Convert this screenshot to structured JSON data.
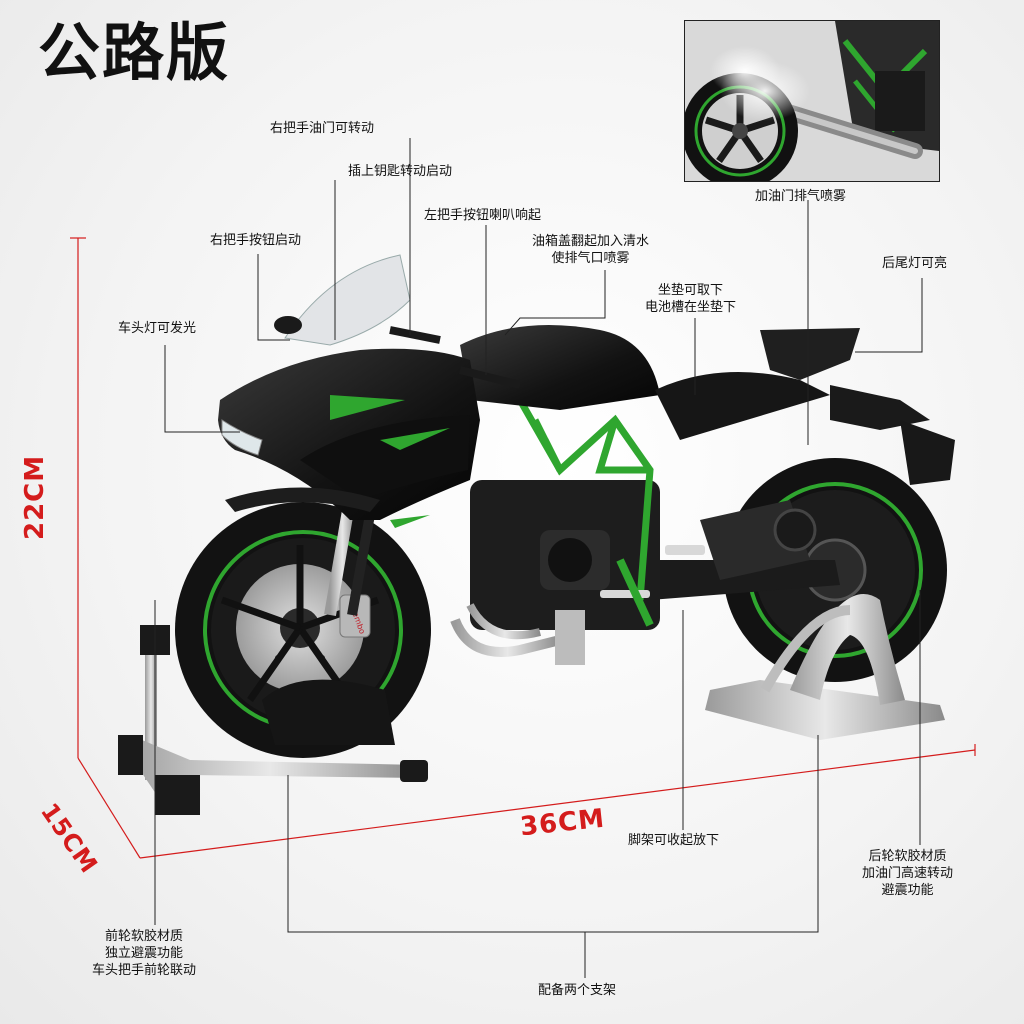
{
  "title": "公路版",
  "inset": {
    "caption": "加油门排气喷雾"
  },
  "dimensions": {
    "height": "22CM",
    "depth": "15CM",
    "length": "36CM"
  },
  "callouts": {
    "throttle": "右把手油门可转动",
    "key": "插上钥匙转动启动",
    "horn": "左把手按钮喇叭响起",
    "start": "右把手按钮启动",
    "tank_line1": "油箱盖翻起加入清水",
    "tank_line2": "使排气口喷雾",
    "tail_light": "后尾灯可亮",
    "seat_line1": "坐垫可取下",
    "seat_line2": "电池槽在坐垫下",
    "headlight": "车头灯可发光",
    "kickstand": "脚架可收起放下",
    "rear_line1": "后轮软胶材质",
    "rear_line2": "加油门高速转动",
    "rear_line3": "避震功能",
    "front_line1": "前轮软胶材质",
    "front_line2": "独立避震功能",
    "front_line3": "车头把手前轮联动",
    "stands": "配备两个支架"
  },
  "brake_label": "brembo"
}
